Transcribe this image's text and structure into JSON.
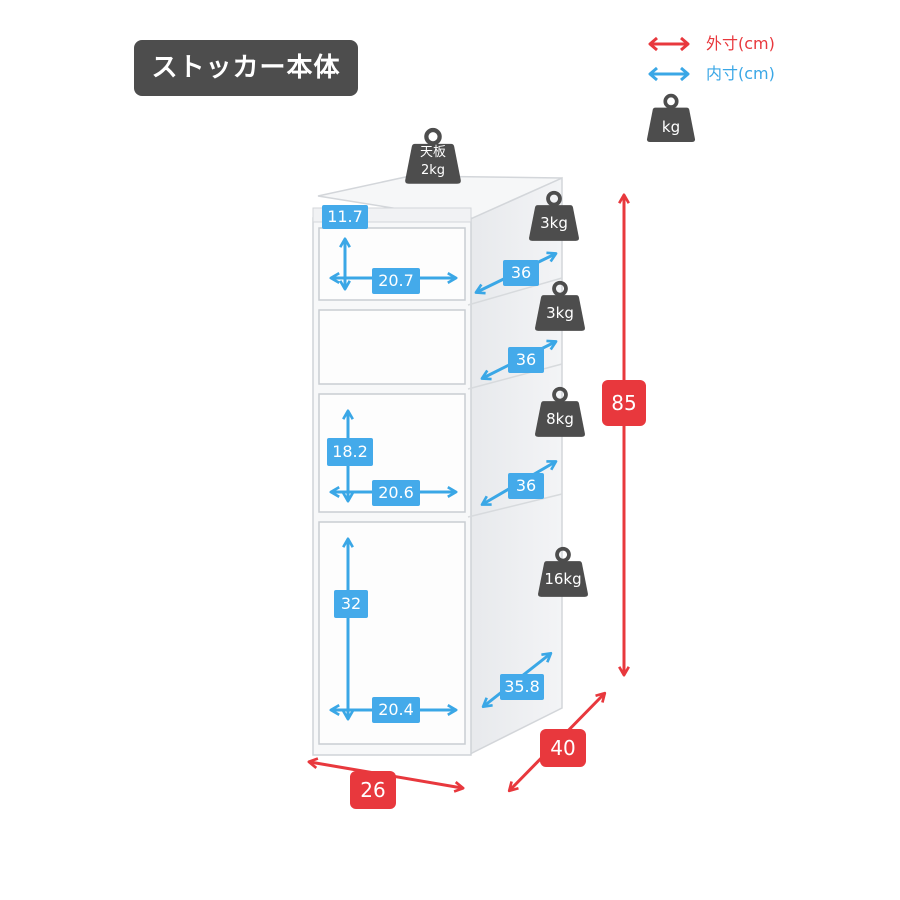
{
  "title": "ストッカー本体",
  "legend": {
    "outer_label": "外寸(cm)",
    "inner_label": "内寸(cm)",
    "weight_label": "kg",
    "outer_color": "#e8383d",
    "inner_color": "#3aa7e6",
    "weight_color": "#4d4d4d"
  },
  "dimensions": {
    "outer": {
      "height": "85",
      "width": "26",
      "depth": "40"
    },
    "drawer_1": {
      "height": "11.7",
      "width": "20.7",
      "depth": "36"
    },
    "drawer_2": {
      "depth": "36"
    },
    "drawer_3": {
      "height": "18.2",
      "width": "20.6",
      "depth": "36"
    },
    "drawer_4": {
      "height": "32",
      "width": "20.4",
      "depth": "35.8"
    }
  },
  "weights": {
    "top_plate_name": "天板",
    "top_plate_load": "2kg",
    "drawer_1": "3kg",
    "drawer_2": "3kg",
    "drawer_3": "8kg",
    "drawer_4": "16kg"
  }
}
